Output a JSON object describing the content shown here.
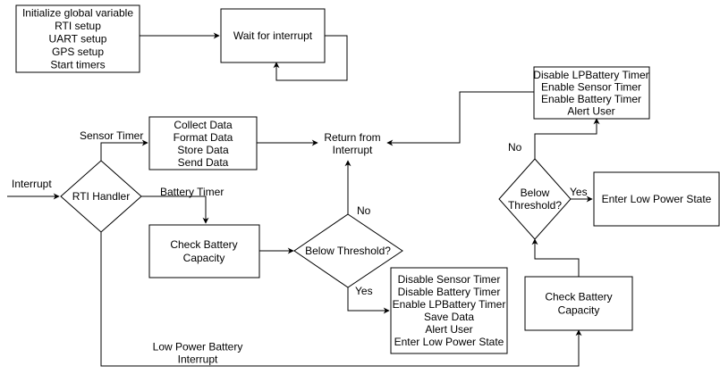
{
  "diagram": {
    "colors": {
      "stroke": "#000000",
      "fill": "#ffffff",
      "text": "#000000"
    },
    "nodes": {
      "init": {
        "lines": [
          "Initialize global variable",
          "RTI setup",
          "UART setup",
          "GPS setup",
          "Start timers"
        ]
      },
      "wait": {
        "lines": [
          "Wait for interrupt"
        ]
      },
      "collect": {
        "lines": [
          "Collect Data",
          "Format Data",
          "Store Data",
          "Send Data"
        ]
      },
      "return": {
        "lines": [
          "Return from",
          "Interrupt"
        ]
      },
      "rti": {
        "lines": [
          "RTI  Handler"
        ]
      },
      "check1": {
        "lines": [
          "Check Battery",
          "Capacity"
        ]
      },
      "below1": {
        "lines": [
          "Below Threshold?"
        ]
      },
      "disable1": {
        "lines": [
          "Disable Sensor Timer",
          "Disable Battery Timer",
          "Enable LPBattery Timer",
          "Save Data",
          "Alert User",
          "Enter Low Power State"
        ]
      },
      "disable_lp": {
        "lines": [
          "Disable LPBattery Timer",
          "Enable Sensor Timer",
          "Enable Battery Timer",
          "Alert User"
        ]
      },
      "below2": {
        "lines": [
          "Below",
          "Threshold?"
        ]
      },
      "lowpower": {
        "lines": [
          "Enter Low Power State"
        ]
      },
      "check2": {
        "lines": [
          "Check  Battery",
          "Capacity"
        ]
      }
    },
    "labels": {
      "sensor_timer": "Sensor Timer",
      "battery_timer": "Battery Timer",
      "interrupt": "Interrupt",
      "no1": "No",
      "yes1": "Yes",
      "no2": "No",
      "yes2": "Yes",
      "lp_interrupt": [
        "Low Power Battery",
        "Interrupt"
      ]
    }
  }
}
